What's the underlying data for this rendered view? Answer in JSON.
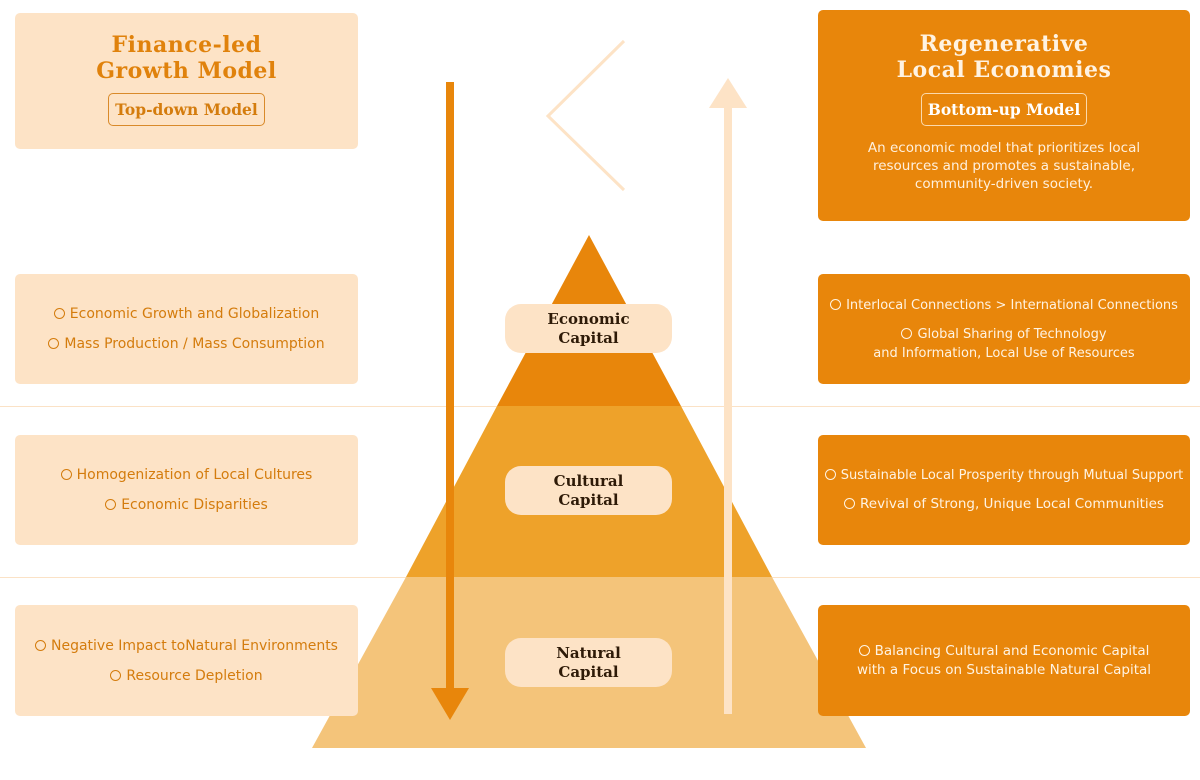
{
  "left_header": {
    "title_line1": "Finance-led",
    "title_line2": "Growth Model",
    "badge": "Top-down Model"
  },
  "right_header": {
    "title_line1": "Regenerative",
    "title_line2": "Local Economies",
    "badge": "Bottom-up Model",
    "description_line1": "An economic model that prioritizes local",
    "description_line2": "resources and promotes a sustainable,",
    "description_line3": "community-driven society."
  },
  "pyramid": {
    "levels": [
      {
        "line1": "Economic",
        "line2": "Capital"
      },
      {
        "line1": "Cultural",
        "line2": "Capital"
      },
      {
        "line1": "Natural",
        "line2": "Capital"
      }
    ]
  },
  "left_items": {
    "economic": [
      "Economic Growth and Globalization",
      "Mass Production / Mass Consumption"
    ],
    "cultural": [
      "Homogenization of Local Cultures",
      "Economic Disparities"
    ],
    "natural": [
      "Negative Impact toNatural Environments",
      "Resource Depletion"
    ]
  },
  "right_items": {
    "economic_1": "Interlocal Connections > International Connections",
    "economic_2_line1": "Global Sharing of Technology",
    "economic_2_line2": "and Information, Local Use of Resources",
    "cultural": [
      "Sustainable Local Prosperity through Mutual Support",
      "Revival of Strong, Unique Local Communities"
    ],
    "natural_line1": "Balancing Cultural and Economic Capital",
    "natural_line2": "with a Focus on Sustainable Natural Capital"
  },
  "colors": {
    "top_layer": "#e8860b",
    "middle_layer": "#eea22a",
    "bottom_layer": "#f4c47a",
    "down_arrow": "#e8860b",
    "up_arrow": "#fde3c6",
    "light_panel": "#fde3c6",
    "dark_panel": "#e8860b"
  }
}
